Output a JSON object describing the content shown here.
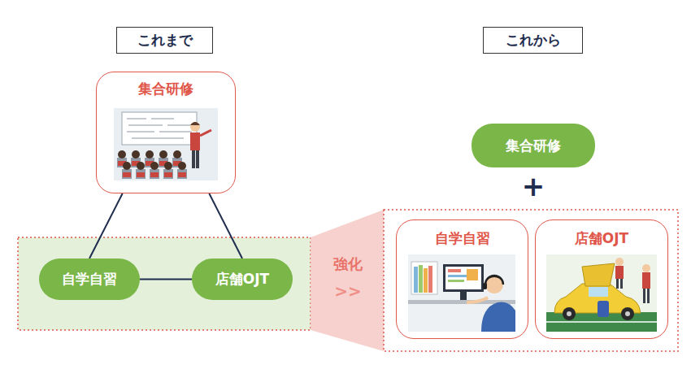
{
  "diagram": {
    "nodes": [
      {
        "text": [
          "これまで"
        ]
      },
      {
        "text": [
          "これから"
        ]
      },
      {
        "text": [
          "集合研修"
        ]
      },
      {
        "text": [
          "集合研修"
        ]
      },
      {
        "text": [
          "自学自習"
        ]
      },
      {
        "text": [
          "店舗OJT"
        ]
      },
      {
        "text": [
          "自学自習"
        ]
      },
      {
        "text": [
          "店舗OJT"
        ]
      }
    ],
    "edges": [
      {
        "from": 2,
        "to": 4,
        "arrow": "none"
      },
      {
        "from": 2,
        "to": 5,
        "arrow": "none"
      },
      {
        "from": 4,
        "to": 5,
        "arrow": "none"
      }
    ],
    "labels": [
      "強化",
      ">>",
      "+"
    ]
  }
}
